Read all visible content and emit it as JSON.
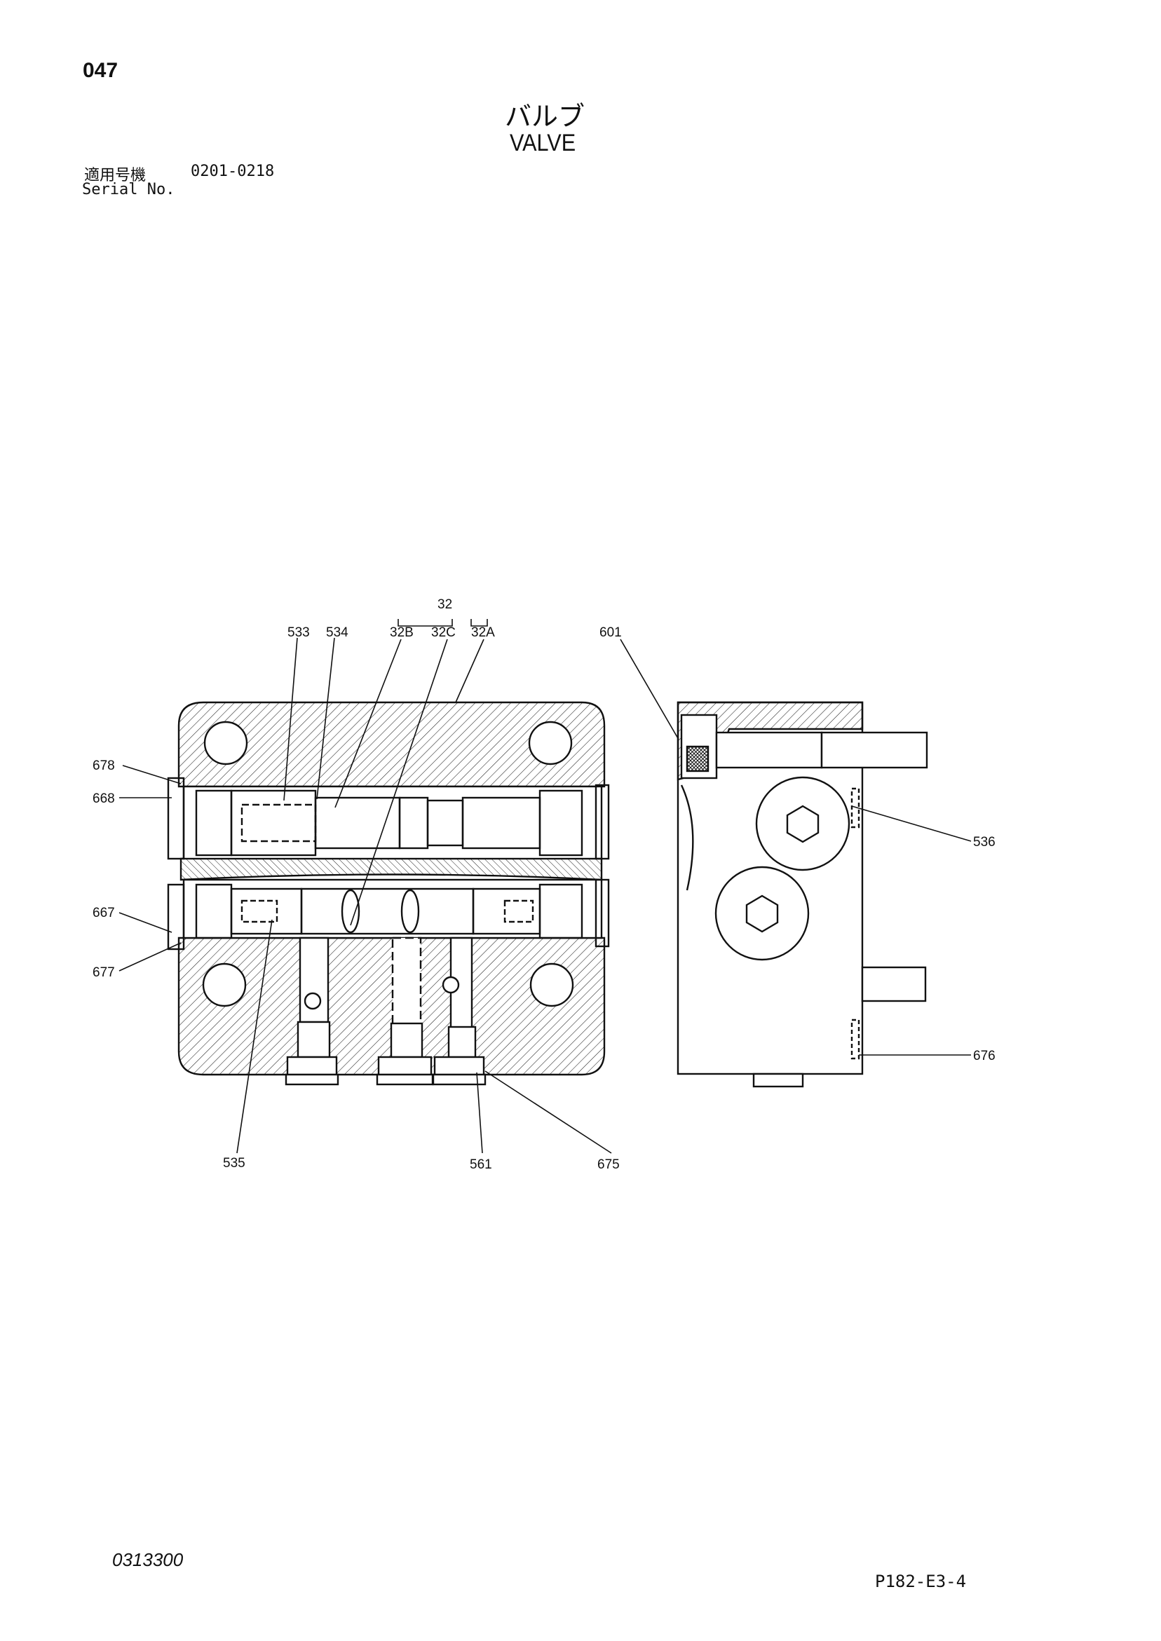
{
  "header": {
    "page_number": "047",
    "title_jp": "バルブ",
    "title_en": "VALVE",
    "serial_label_jp": "適用号機",
    "serial_label_en": "Serial No.",
    "serial_range": "0201-0218"
  },
  "callouts": {
    "c32": "32",
    "c533": "533",
    "c534": "534",
    "c32b": "32B",
    "c32c": "32C",
    "c32a": "32A",
    "c601": "601",
    "c678": "678",
    "c668": "668",
    "c667": "667",
    "c677": "677",
    "c536": "536",
    "c676": "676",
    "c535": "535",
    "c561": "561",
    "c675": "675"
  },
  "footer": {
    "doc_code": "0313300",
    "page_ref": "P182-E3-4"
  }
}
